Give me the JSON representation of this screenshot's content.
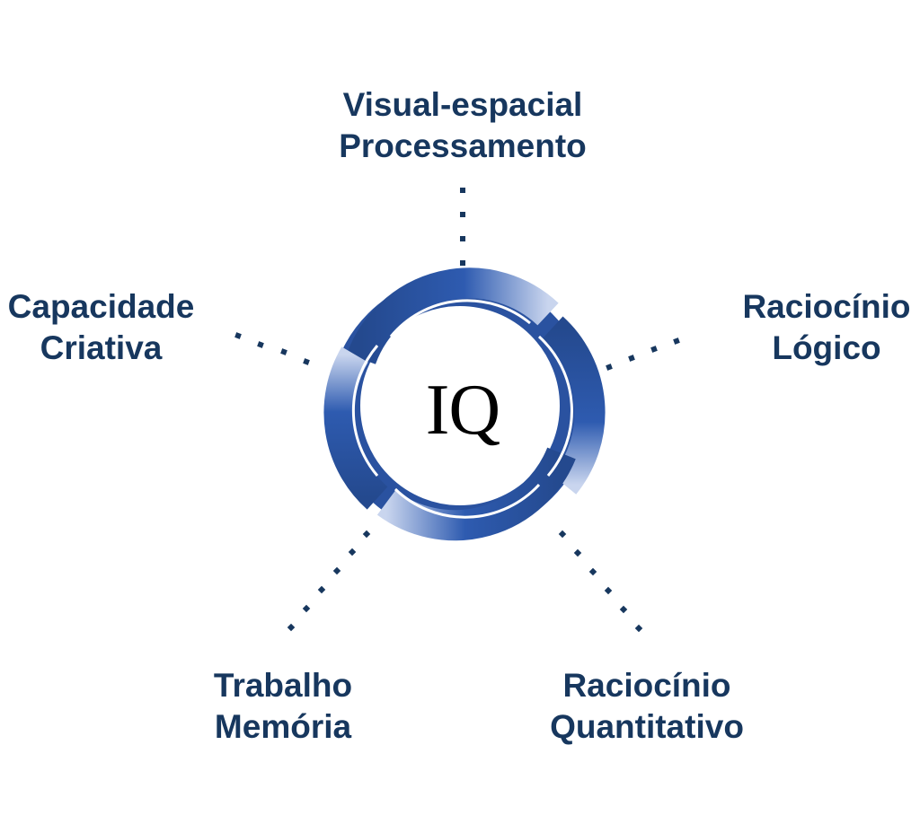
{
  "center": {
    "label": "IQ"
  },
  "colors": {
    "text": "#17375e",
    "ring_dark": "#24498e",
    "ring_mid": "#2e5bb0",
    "ring_light": "#c9d5ee",
    "dots": "#17375e",
    "iq": "#000000"
  },
  "nodes": [
    {
      "id": "top",
      "line1": "Visual-espacial",
      "line2": "Processamento"
    },
    {
      "id": "left",
      "line1": "Capacidade",
      "line2": "Criativa"
    },
    {
      "id": "right",
      "line1": "Raciocínio",
      "line2": "Lógico"
    },
    {
      "id": "bottom-left",
      "line1": "Trabalho",
      "line2": "Memória"
    },
    {
      "id": "bottom-right",
      "line1": "Raciocínio",
      "line2": "Quantitativo"
    }
  ]
}
